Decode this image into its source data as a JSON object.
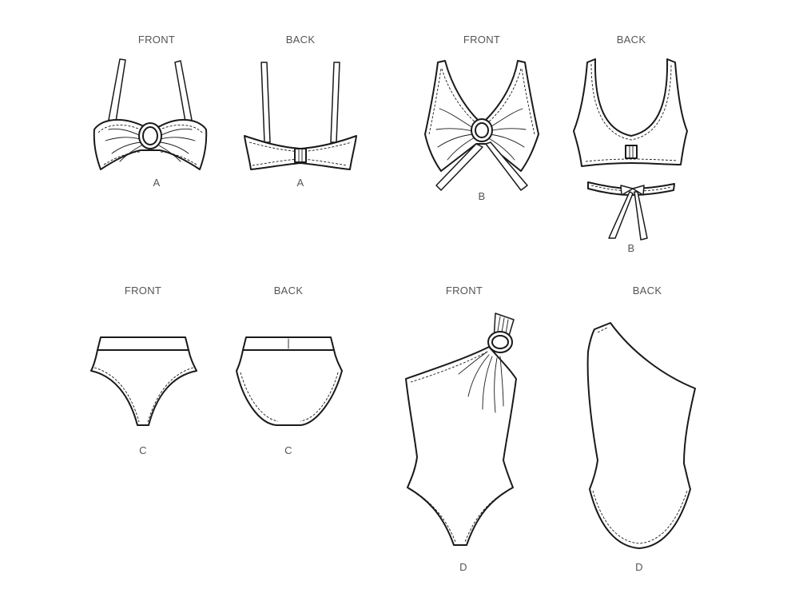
{
  "labels": {
    "front": "FRONT",
    "back": "BACK"
  },
  "views": [
    {
      "id": "a-front",
      "view": "FRONT",
      "letter": "A"
    },
    {
      "id": "a-back",
      "view": "BACK",
      "letter": "A"
    },
    {
      "id": "b-front",
      "view": "FRONT",
      "letter": "B"
    },
    {
      "id": "b-back",
      "view": "BACK",
      "letter": "B"
    },
    {
      "id": "c-front",
      "view": "FRONT",
      "letter": "C"
    },
    {
      "id": "c-back",
      "view": "BACK",
      "letter": "C"
    },
    {
      "id": "d-front",
      "view": "FRONT",
      "letter": "D"
    },
    {
      "id": "d-back",
      "view": "BACK",
      "letter": "D"
    }
  ],
  "colors": {
    "line": "#1a1a1a",
    "label": "#555555",
    "background": "#ffffff"
  }
}
